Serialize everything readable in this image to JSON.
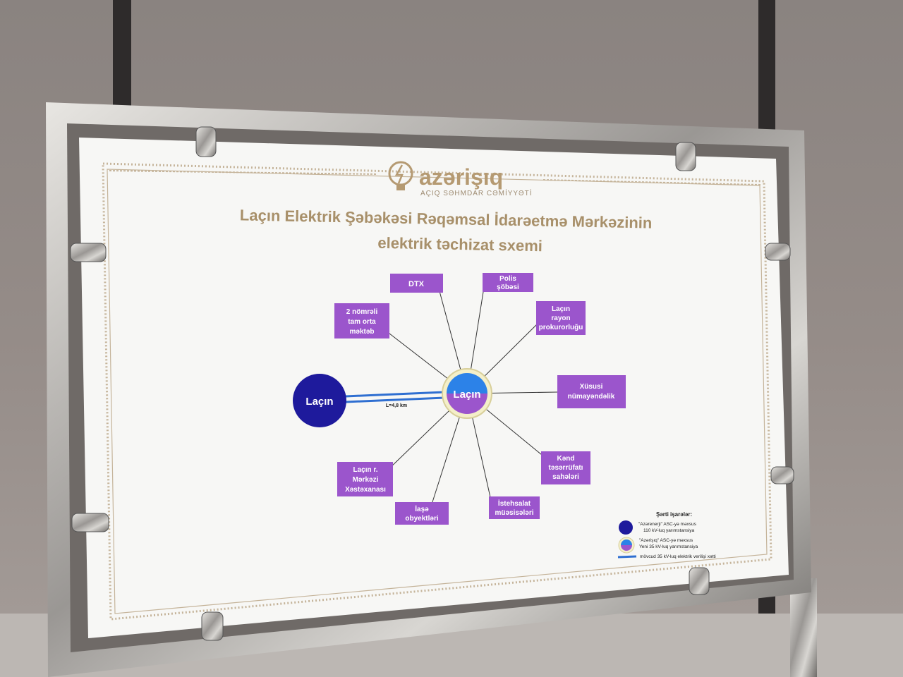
{
  "brand": {
    "name": "azərişıq",
    "subtitle": "AÇIQ SƏHMDAR CƏMİYYƏTİ"
  },
  "title": {
    "line1": "Laçın Elektrik Şəbəkəsi Rəqəmsal İdarəetmə Mərkəzinin",
    "line2": "elektrik təchizat sxemi"
  },
  "diagram": {
    "source_node": "Laçın",
    "hub_node": "Laçın",
    "line_label": "L=4,8 km",
    "consumers": {
      "dtx": "DTX",
      "polis_1": "Polis",
      "polis_2": "şöbəsi",
      "mekteb_1": "2 nömrəli",
      "mekteb_2": "tam orta",
      "mekteb_3": "məktəb",
      "prokuror_1": "Laçın",
      "prokuror_2": "rayon",
      "prokuror_3": "prokurorluğu",
      "numayende_1": "Xüsusi",
      "numayende_2": "nümayəndəlik",
      "kend_1": "Kənd",
      "kend_2": "təsərrüfatı",
      "kend_3": "sahələri",
      "istehsalat_1": "İstehsalat",
      "istehsalat_2": "müəsisələri",
      "iase_1": "İaşə",
      "iase_2": "obyektləri",
      "xestexana_1": "Laçın r.",
      "xestexana_2": "Mərkəzi",
      "xestexana_3": "Xəstəxanası"
    }
  },
  "legend": {
    "title": "Şərti işarələr:",
    "item1_line1": "\"Azərenerji\" ASC-yə məxsus",
    "item1_line2": "110 kV-luq yarımstansiya",
    "item2_line1": "\"Azərişıq\" ASC-yə məxsus",
    "item2_line2": "Yeni 35 kV-luq yarımstansiya",
    "item3": "mövcud 35 kV-luq elektrik verilişi xətti"
  },
  "colors": {
    "purple_box": "#9b55cc",
    "navy_node": "#1e1a9c",
    "blue_line": "#2f6fd1",
    "gold_title": "#a8906a",
    "board_bg": "#f7f7f5"
  }
}
